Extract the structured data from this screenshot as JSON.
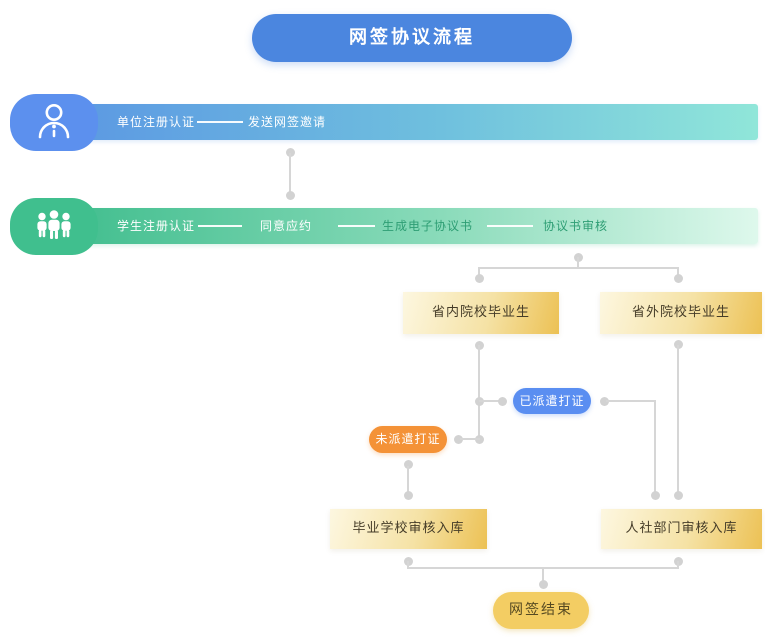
{
  "title": "网签协议流程",
  "rows": {
    "employer": {
      "steps": [
        "单位注册认证",
        "发送网签邀请"
      ]
    },
    "student": {
      "steps": [
        "学生注册认证",
        "同意应约",
        "生成电子协议书",
        "协议书审核"
      ]
    }
  },
  "nodes": {
    "in_province_grad": "省内院校毕业生",
    "out_province_grad": "省外院校毕业生",
    "dispatched": "已派遣打证",
    "not_dispatched": "未派遣打证",
    "school_review": "毕业学校审核入库",
    "hr_dept_review": "人社部门审核入库",
    "end": "网签结束"
  },
  "icons": {
    "employer": "person-icon",
    "student": "people-group-icon"
  },
  "colors": {
    "title_blue": "#4b86df",
    "employer_block_blue": "#5c90ee",
    "employer_bar_gradient": [
      "#5b97e3",
      "#90e6d9"
    ],
    "student_block_green": "#40bf8e",
    "student_bar_gradient": [
      "#3fbd8d",
      "#def8ec"
    ],
    "green_label_text": "#2e9e74",
    "yellow_box_gradient": [
      "#fdf7e0",
      "#ecc154"
    ],
    "dispatched_pill_blue": "#5a8ef1",
    "not_dispatched_pill_orange": "#f49237",
    "end_pill_yellow": "#f3cd63",
    "connector_gray": "#d6d6d6"
  }
}
